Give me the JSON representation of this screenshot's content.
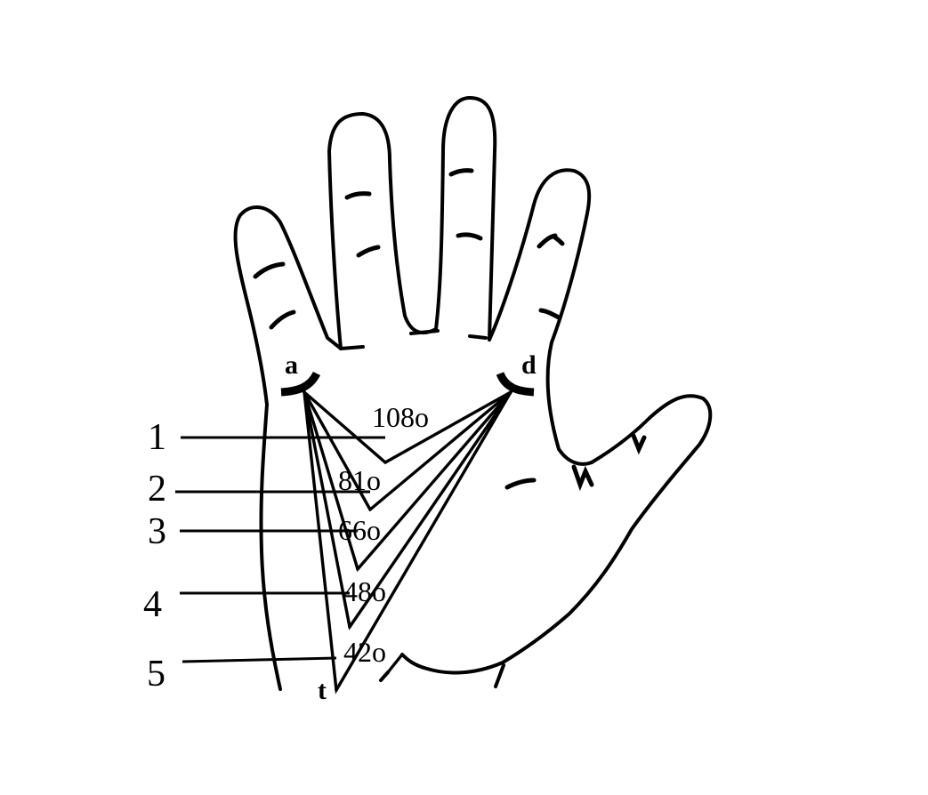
{
  "diagram": {
    "points": {
      "a": "a",
      "d": "d",
      "t": "t"
    },
    "levels": [
      {
        "number": "1",
        "angle": "108o"
      },
      {
        "number": "2",
        "angle": "81o"
      },
      {
        "number": "3",
        "angle": "66o"
      },
      {
        "number": "4",
        "angle": "48o"
      },
      {
        "number": "5",
        "angle": "42o"
      }
    ],
    "colors": {
      "ink": "#000000",
      "background": "#ffffff"
    }
  }
}
